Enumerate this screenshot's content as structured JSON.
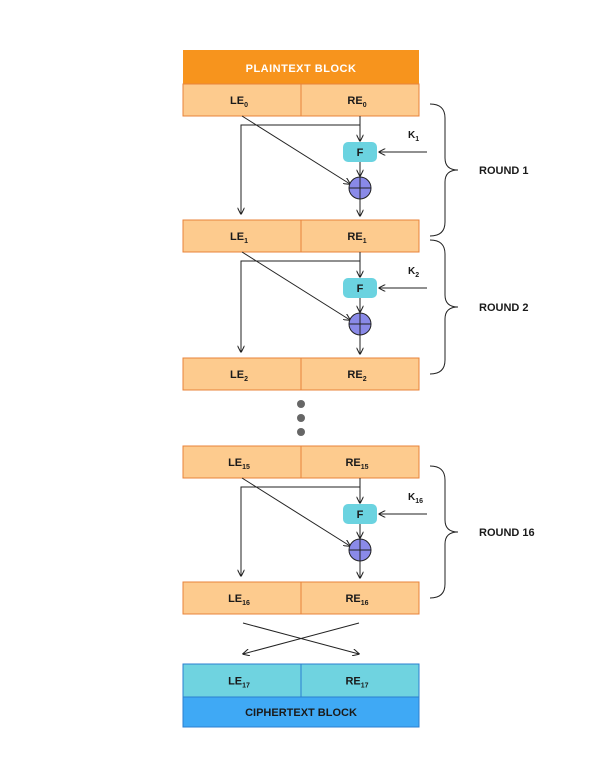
{
  "colors": {
    "plaintext_fill": "#f7941d",
    "half_fill": "#fdcb8e",
    "half_stroke": "#e8833a",
    "f_fill": "#6bd3e0",
    "xor_fill": "#8a8ae8",
    "cipher_half_fill": "#6fd3e0",
    "cipher_fill": "#3fa9f5",
    "cipher_stroke": "#2b7fd0",
    "dot": "#666666"
  },
  "plaintext_label": "PLAINTEXT BLOCK",
  "ciphertext_label": "CIPHERTEXT BLOCK",
  "f_label": "F",
  "rows": [
    {
      "le": "LE",
      "le_sub": "0",
      "re": "RE",
      "re_sub": "0"
    },
    {
      "le": "LE",
      "le_sub": "1",
      "re": "RE",
      "re_sub": "1"
    },
    {
      "le": "LE",
      "le_sub": "2",
      "re": "RE",
      "re_sub": "2"
    },
    {
      "le": "LE",
      "le_sub": "15",
      "re": "RE",
      "re_sub": "15"
    },
    {
      "le": "LE",
      "le_sub": "16",
      "re": "RE",
      "re_sub": "16"
    },
    {
      "le": "LE",
      "le_sub": "17",
      "re": "RE",
      "re_sub": "17"
    }
  ],
  "rounds": [
    {
      "label": "ROUND 1",
      "key": "K",
      "key_sub": "1"
    },
    {
      "label": "ROUND 2",
      "key": "K",
      "key_sub": "2"
    },
    {
      "label": "ROUND 16",
      "key": "K",
      "key_sub": "16"
    }
  ]
}
